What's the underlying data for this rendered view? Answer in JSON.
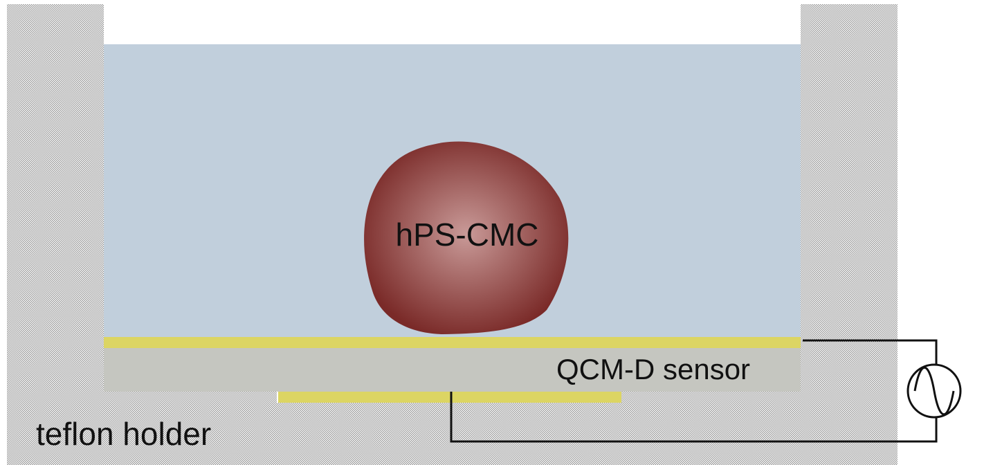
{
  "diagram": {
    "particle_label": "hPS-CMC",
    "sensor_label": "QCM-D sensor",
    "holder_label": "teflon holder",
    "colors": {
      "liquid": "#c1cfdc",
      "electrode": "#dcd563",
      "sensor": "#c5c6c0",
      "particle_center": "#c99a98",
      "particle_edge": "#7a2a28",
      "holder_dots": "#9a9a9a",
      "wire": "#111111"
    }
  }
}
